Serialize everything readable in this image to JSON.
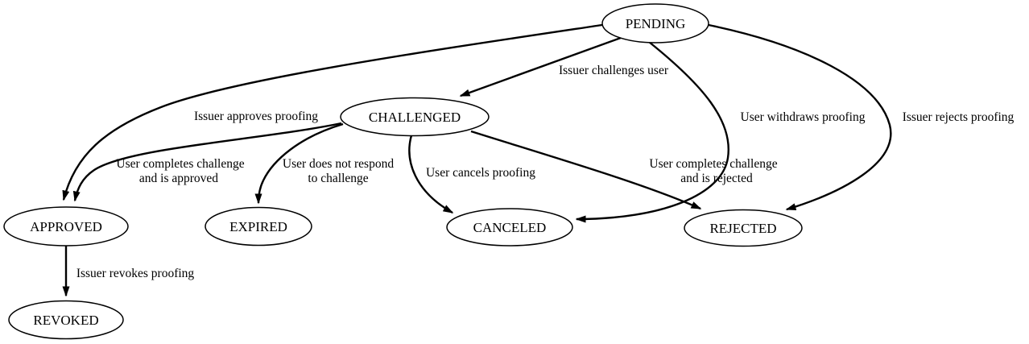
{
  "diagram": {
    "title": "proofing-state-machine",
    "colors": {
      "background": "#ffffff",
      "stroke": "#000000",
      "node_fill": "#ffffff",
      "text": "#000000"
    },
    "nodes": {
      "pending": {
        "label": "PENDING"
      },
      "challenged": {
        "label": "CHALLENGED"
      },
      "approved": {
        "label": "APPROVED"
      },
      "expired": {
        "label": "EXPIRED"
      },
      "canceled": {
        "label": "CANCELED"
      },
      "rejected": {
        "label": "REJECTED"
      },
      "revoked": {
        "label": "REVOKED"
      }
    },
    "edges": {
      "pending_challenged": {
        "from": "PENDING",
        "to": "CHALLENGED",
        "lines": [
          "Issuer challenges user"
        ]
      },
      "pending_approved": {
        "from": "PENDING",
        "to": "APPROVED",
        "lines": [
          "Issuer approves proofing"
        ]
      },
      "pending_canceled": {
        "from": "PENDING",
        "to": "CANCELED",
        "lines": [
          "User withdraws proofing"
        ]
      },
      "pending_rejected": {
        "from": "PENDING",
        "to": "REJECTED",
        "lines": [
          "Issuer rejects proofing"
        ]
      },
      "challenged_approved": {
        "from": "CHALLENGED",
        "to": "APPROVED",
        "lines": [
          "User completes challenge",
          "and is approved"
        ]
      },
      "challenged_expired": {
        "from": "CHALLENGED",
        "to": "EXPIRED",
        "lines": [
          "User does not respond",
          "to challenge"
        ]
      },
      "challenged_canceled": {
        "from": "CHALLENGED",
        "to": "CANCELED",
        "lines": [
          "User cancels proofing"
        ]
      },
      "challenged_rejected": {
        "from": "CHALLENGED",
        "to": "REJECTED",
        "lines": [
          "User completes challenge",
          "and is rejected"
        ]
      },
      "approved_revoked": {
        "from": "APPROVED",
        "to": "REVOKED",
        "lines": [
          "Issuer revokes proofing"
        ]
      }
    }
  }
}
